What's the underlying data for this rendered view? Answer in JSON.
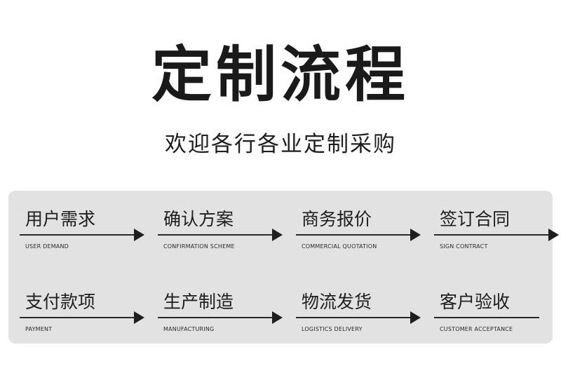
{
  "header": {
    "title": "定制流程",
    "subtitle": "欢迎各行各业定制采购"
  },
  "steps": [
    {
      "cn": "用户需求",
      "en": "USER DEMAND"
    },
    {
      "cn": "确认方案",
      "en": "CONFIRMATION SCHEME"
    },
    {
      "cn": "商务报价",
      "en": "COMMERCIAL QUOTATION"
    },
    {
      "cn": "签订合同",
      "en": "SIGN CONTRACT"
    },
    {
      "cn": "支付款项",
      "en": "PAYMENT"
    },
    {
      "cn": "生产制造",
      "en": "MANUFACTURING"
    },
    {
      "cn": "物流发货",
      "en": "LOGISTICS DELIVERY"
    },
    {
      "cn": "客户验收",
      "en": "CUSTOMER ACCEPTANCE"
    }
  ]
}
